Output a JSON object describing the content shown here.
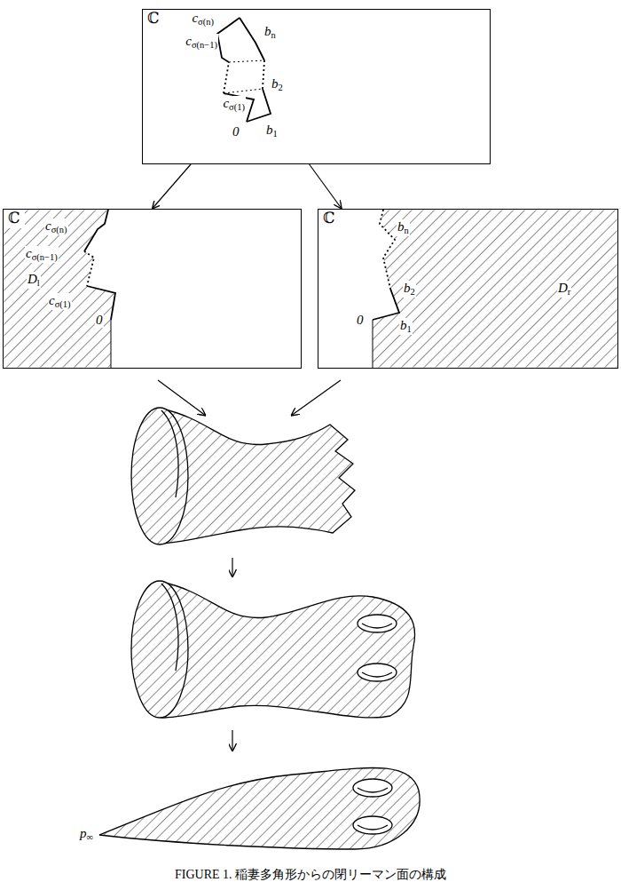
{
  "diagram": {
    "caption": "FIGURE 1. 稲妻多角形からの閉リーマン面の構成",
    "nodes": [
      {
        "text": [
          "ℂ"
        ]
      },
      {
        "text": [
          "ℂ"
        ]
      },
      {
        "text": [
          "ℂ"
        ]
      }
    ],
    "edges": [
      {
        "from": 0,
        "to": 1,
        "arrow": "to"
      },
      {
        "from": 0,
        "to": 2,
        "arrow": "to"
      }
    ],
    "labels": [
      "cσ(n)",
      "bn",
      "cσ(n−1)",
      "b2",
      "cσ(1)",
      "0",
      "b1",
      "cσ(n)",
      "cσ(n−1)",
      "Dl",
      "cσ(1)",
      "0",
      "bn",
      "b2",
      "Dr",
      "0",
      "b1",
      "p∞"
    ]
  }
}
